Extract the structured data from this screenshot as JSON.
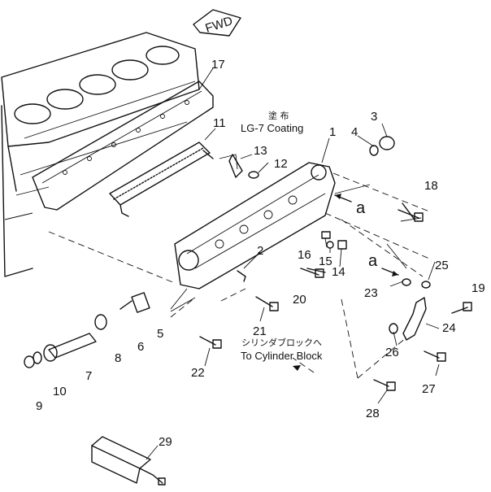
{
  "fwd_label": "FWD",
  "notes": {
    "coating_jp": "塗 布",
    "coating_en": "LG-7 Coating",
    "to_block_jp": "シリンダブロックへ",
    "to_block_en": "To Cylinder Block",
    "view_a_1": "a",
    "view_a_2": "a"
  },
  "parts": [
    "1",
    "2",
    "3",
    "4",
    "5",
    "6",
    "7",
    "8",
    "9",
    "10",
    "11",
    "12",
    "13",
    "14",
    "15",
    "16",
    "17",
    "18",
    "19",
    "20",
    "21",
    "22",
    "23",
    "24",
    "25",
    "26",
    "27",
    "28",
    "29"
  ]
}
